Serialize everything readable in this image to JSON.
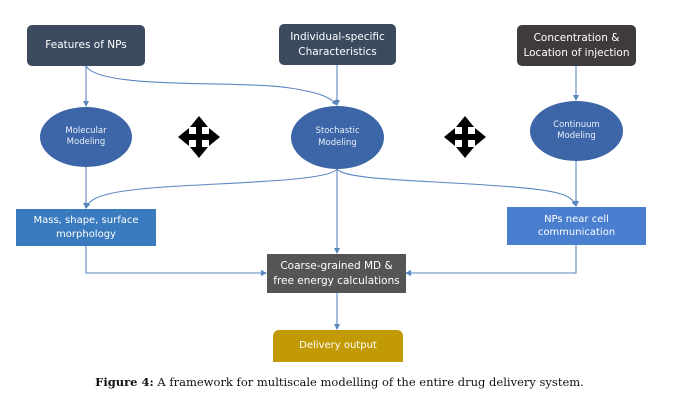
{
  "figure": {
    "inputs": [
      {
        "id": "features",
        "label": "Features of NPs",
        "color": "#3b4a5e"
      },
      {
        "id": "individual",
        "label": "Individual-specific Characteristics",
        "line1": "Individual-specific",
        "line2": "Characteristics",
        "color": "#3b4a5e"
      },
      {
        "id": "concentration",
        "label": "Concentration & Location of injection",
        "line1": "Concentration &",
        "line2": "Location of injection",
        "color": "#3f3b3b"
      }
    ],
    "models": [
      {
        "id": "molecular",
        "line1": "Molecular",
        "line2": "Modeling",
        "color": "#3d66a8"
      },
      {
        "id": "stochastic",
        "line1": "Stochastic",
        "line2": "Modeling",
        "color": "#3d66a8"
      },
      {
        "id": "continuum",
        "line1": "Continuum",
        "line2": "Modeling",
        "color": "#3d66a8"
      }
    ],
    "outputs": [
      {
        "id": "mass",
        "line1": "Mass, shape, surface",
        "line2": "morphology",
        "color": "#3a7bbf"
      },
      {
        "id": "nps_cell",
        "line1": "NPs near cell",
        "line2": "communication",
        "color": "#4a7fd0"
      }
    ],
    "coarse": {
      "line1": "Coarse-grained MD &",
      "line2": "free energy calculations",
      "color": "#555555"
    },
    "delivery": {
      "label": "Delivery output",
      "color": "#c29a05"
    },
    "connector_icon": "four-way-move-arrow-icon",
    "edge_color": "#5b86c0",
    "caption": {
      "label": "Figure 4:",
      "text": " A framework for multiscale modelling of the entire drug delivery system."
    }
  }
}
